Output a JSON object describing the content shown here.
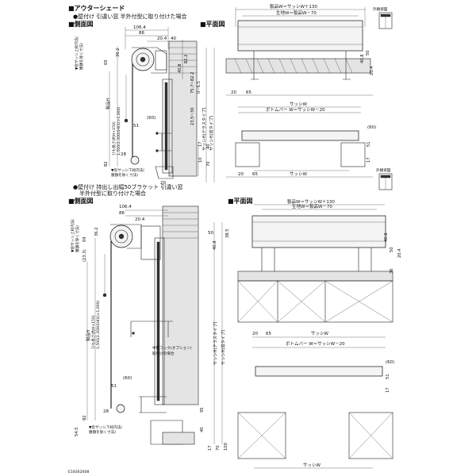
{
  "section1": {
    "title": "■アウターシェード",
    "subtitle": "●壁付け 引違い窓 半外付型に取り付けた場合",
    "side_title": "■側面図",
    "plan_title": "■平面図",
    "appearance_label": "外観姿図",
    "side_dims": {
      "d1064": "106.4",
      "d86": "86",
      "d204": "20.4",
      "d40": "40",
      "d362": "36.2",
      "d69": "69",
      "d408": "40.8",
      "d822": "82.2",
      "d757": "75.7~82.2",
      "d06": "0~6.5",
      "d235": "23.5~30",
      "d60": "(60)",
      "d51": "51",
      "d28": "28",
      "d82": "82",
      "d10": "10",
      "d17": "17",
      "d70": "70",
      "d40b": "40",
      "d20": "20"
    },
    "side_labels": {
      "hook_range": "ひも長さ(約H+150)",
      "hook_range2": "1,500/2,300(SH(S)>1,000)",
      "product_h": "製品H",
      "sash_h": "サッシH(テラスタイプ)",
      "sash_h2": "サッシH(窓タイプ)",
      "upper_frame": "▼窓サッシ上枠内法(",
      "upper_frame2": "腰額を除く寸法)",
      "lower_frame": "▼窓サッシ下枠内法(",
      "lower_frame2": "腰額を除く寸法)"
    },
    "plan_dims": {
      "top": "製品W＝サッシW＋130",
      "fabric": "生地W＝製品W－70",
      "d20": "20",
      "d65": "65",
      "d50": "50",
      "d408": "40.8",
      "d204": "20.4",
      "sash_w": "サッシW",
      "bottom_bar": "ボトムバー W＝サッシW－20",
      "d60": "(60)",
      "d51": "51",
      "d17": "17",
      "d20b": "20",
      "d65b": "65"
    }
  },
  "section2": {
    "subtitle": "●壁付け 持出し出幅50ブラケット 引違い窓",
    "subtitle2": "半外付型に取り付けた場合",
    "side_title": "■側面図",
    "plan_title": "■平面図",
    "appearance_label": "外観姿図",
    "side_dims": {
      "d1064": "106.4",
      "d86": "86",
      "d204": "20.4",
      "d50": "50",
      "d362": "36.2",
      "d69": "69",
      "d408": "40.8",
      "d385": "38.5",
      "d233": "(23.3)",
      "d60": "(60)",
      "d51": "51",
      "d28": "28",
      "d82": "82",
      "d545": "54.5",
      "d40": "40",
      "d95": "95",
      "d17": "17",
      "d70": "70",
      "d100": "100"
    },
    "side_labels": {
      "hook_range": "ひも長さ(約H+150)",
      "hook_range2": "1,500/2,300(SH(S)>1,000)",
      "product_h": "製品H",
      "sash_h": "サッシH(テラスタイプ)",
      "sash_h2": "サッシH(窓タイプ)",
      "hook_note": "中間フック(オプション)",
      "hook_note2": "取付けの場合",
      "upper_frame": "▼窓サッシ上枠内法(",
      "upper_frame2": "腰額を除く寸法)",
      "lower_frame": "▼窓サッシ下枠内法(",
      "lower_frame2": "腰額を除く寸法)"
    },
    "plan_dims": {
      "top": "製品W＝サッシW＋130",
      "fabric": "生地W＝製品W－70",
      "d20": "20",
      "d65": "65",
      "d50": "50",
      "d408": "40.8",
      "d204": "20.4",
      "d36": "36",
      "sash_w": "サッシW",
      "bottom_bar": "ボトムバー W＝サッシW－20",
      "d60": "(60)",
      "d51": "51",
      "d17": "17",
      "sash_w2": "サッシW"
    }
  },
  "footer": {
    "code": "E18302008"
  }
}
